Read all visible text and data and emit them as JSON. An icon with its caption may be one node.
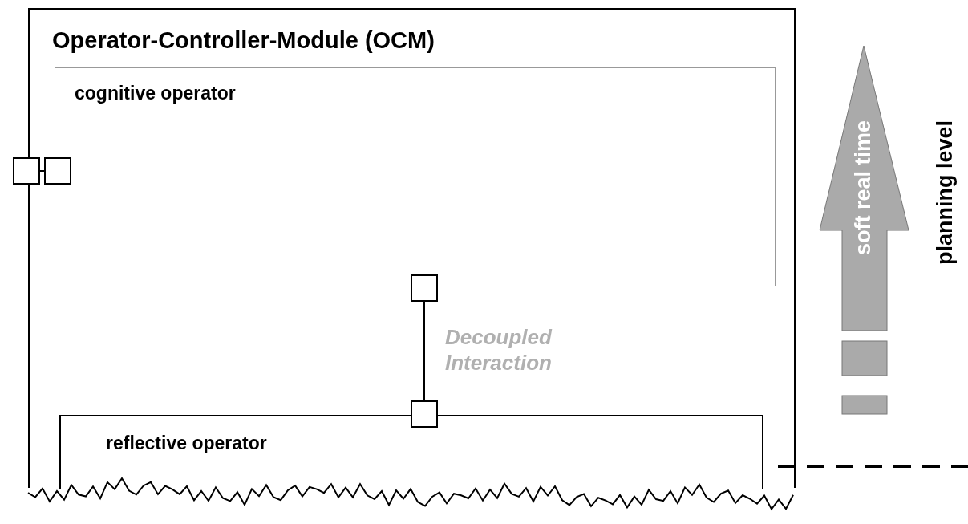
{
  "diagram": {
    "nodes": [
      {
        "text": [
          "Operator-Controller-Module (OCM)"
        ]
      },
      {
        "text": [
          "cognitive operator"
        ],
        "in": 0
      },
      {
        "text": [
          "reflective operator"
        ],
        "in": 0
      },
      {
        "text": [],
        "shape": "box"
      },
      {
        "text": [],
        "shape": "box",
        "in": 0
      },
      {
        "text": [],
        "shape": "box",
        "in": 0
      },
      {
        "text": [],
        "shape": "box",
        "in": 0
      }
    ],
    "edges": [
      {
        "from": 3,
        "to": 4,
        "arrow": "none"
      },
      {
        "from": 5,
        "to": 6,
        "arrow": "none",
        "label": "Decoupled Interaction"
      }
    ],
    "labels": [
      "soft real time",
      "planning level"
    ]
  }
}
